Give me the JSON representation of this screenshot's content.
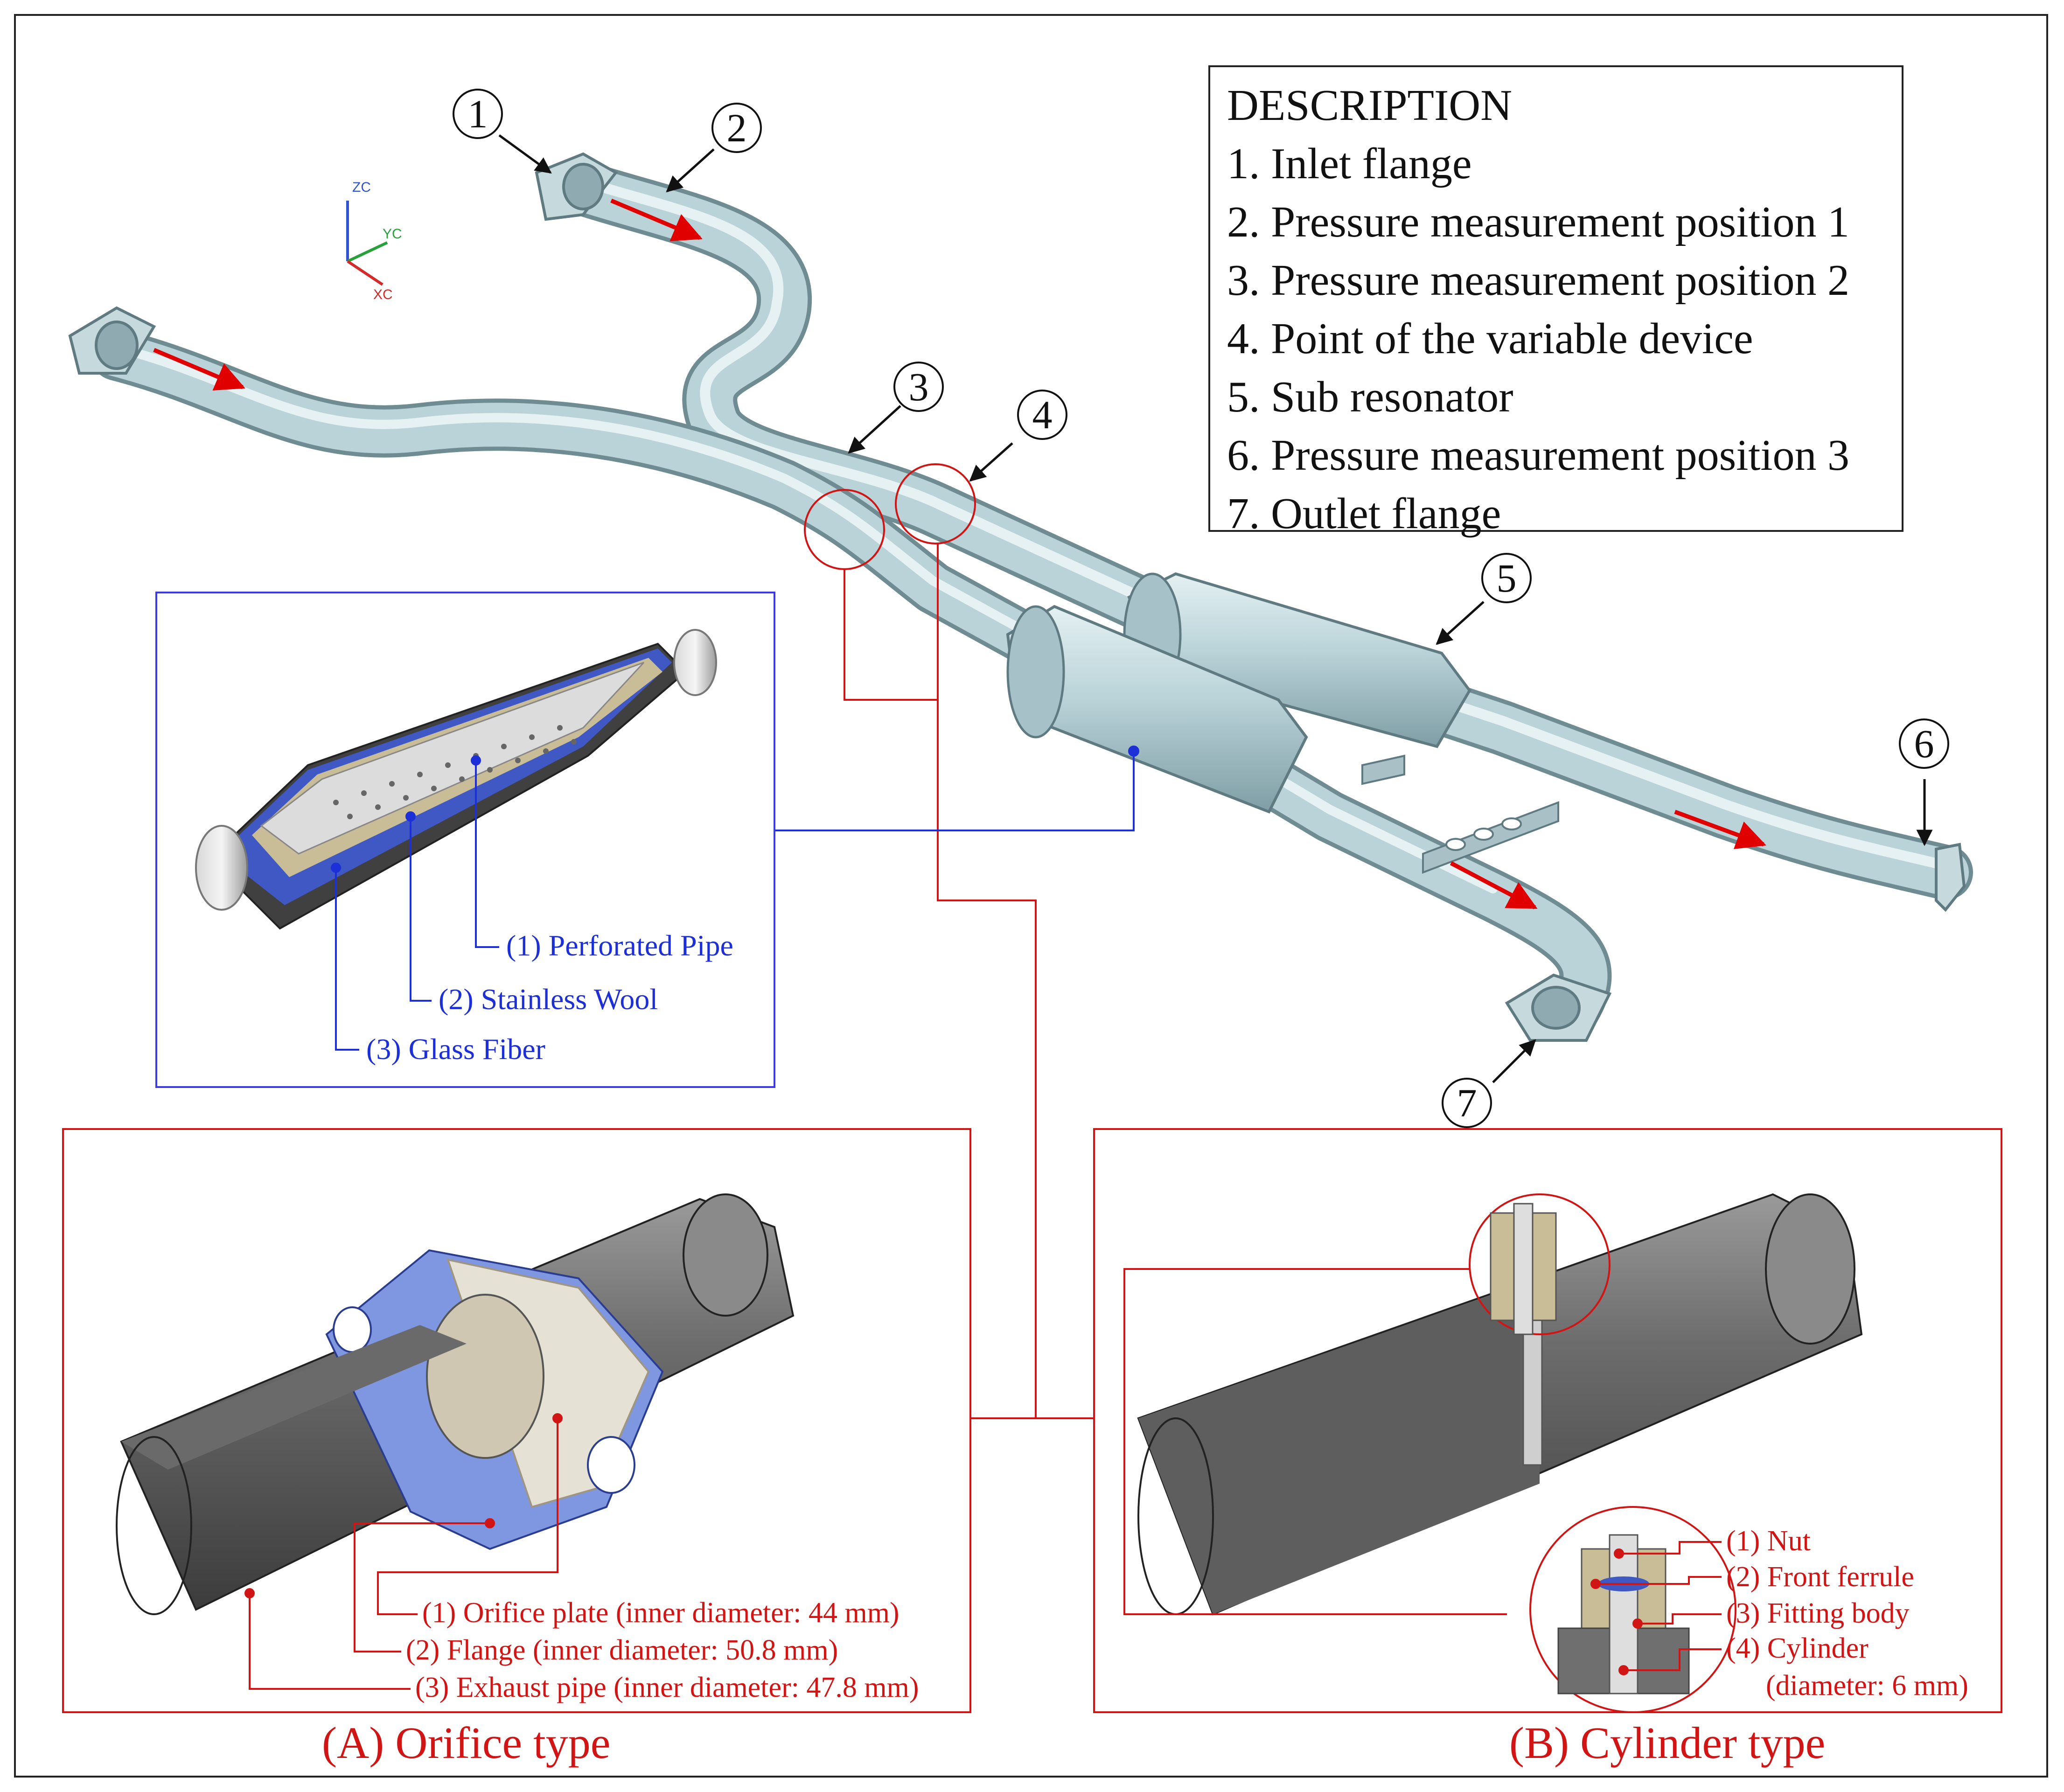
{
  "description": {
    "title": "DESCRIPTION",
    "items": [
      "1. Inlet flange",
      "2. Pressure measurement position 1",
      "3. Pressure measurement position 2",
      "4. Point of the variable device",
      "5. Sub resonator",
      "6. Pressure measurement position 3",
      "7. Outlet flange"
    ]
  },
  "callouts": [
    "1",
    "2",
    "3",
    "4",
    "5",
    "6",
    "7"
  ],
  "resonator_labels": [
    "(1) Perforated Pipe",
    "(2) Stainless Wool",
    "(3) Glass Fiber"
  ],
  "orifice_labels": [
    "(1) Orifice plate (inner diameter: 44 mm)",
    "(2) Flange (inner diameter: 50.8 mm)",
    "(3) Exhaust pipe (inner diameter: 47.8 mm)"
  ],
  "cylinder_labels": [
    "(1) Nut",
    "(2) Front ferrule",
    "(3) Fitting body",
    "(4) Cylinder",
    "(diameter: 6 mm)"
  ],
  "captions": {
    "orifice": "(A) Orifice type",
    "cylinder": "(B) Cylinder type"
  },
  "axes": {
    "z": "ZC",
    "y": "YC",
    "x": "XC"
  },
  "colors": {
    "pipe": "#b9d3d8",
    "flow_arrow": "#e00000",
    "leader_red": "#d11515",
    "leader_blue": "#1d2fd6",
    "orifice_flange": "#7f96e0"
  }
}
